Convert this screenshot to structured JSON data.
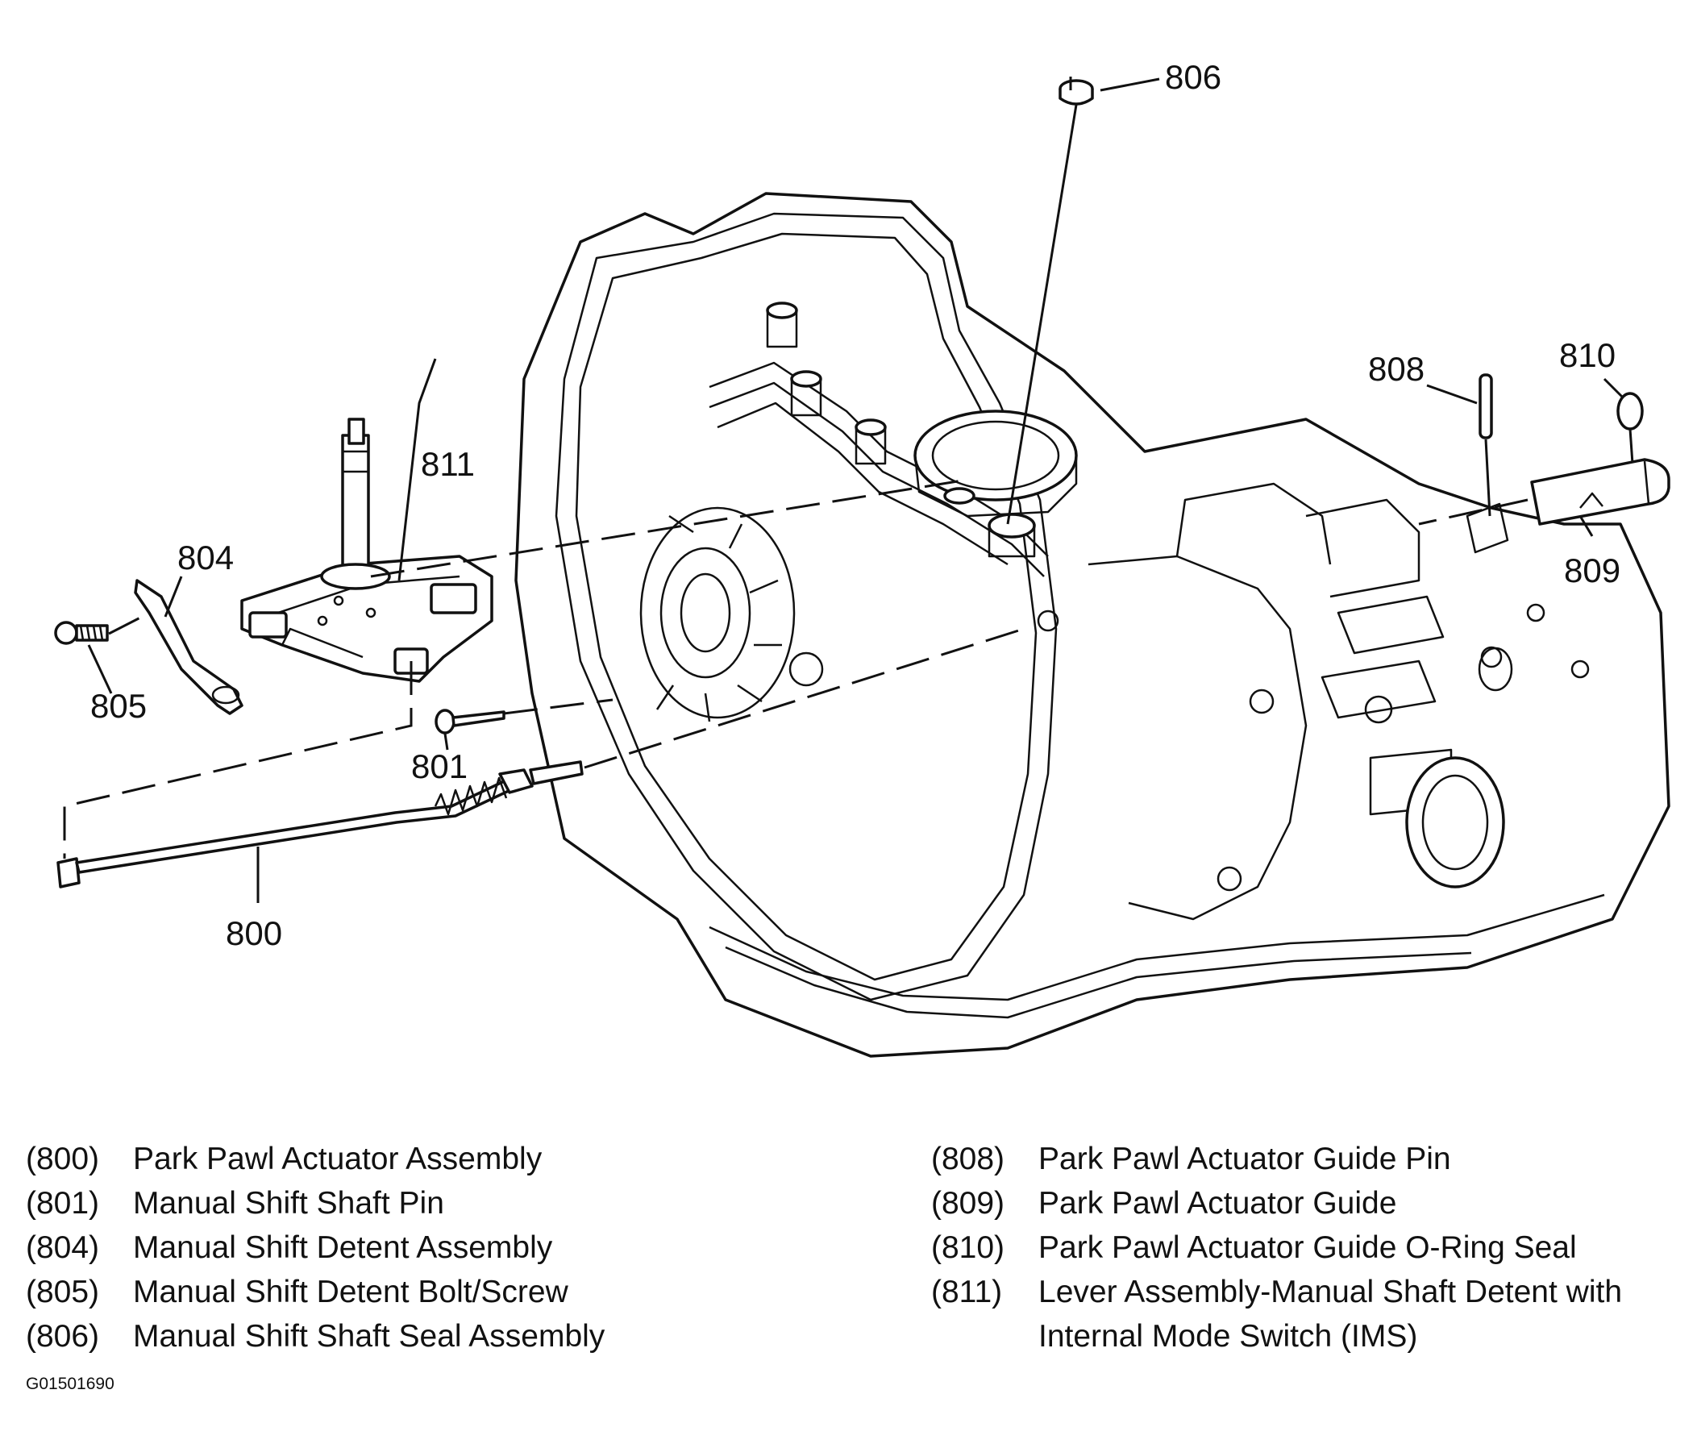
{
  "callouts": {
    "c800": "800",
    "c801": "801",
    "c804": "804",
    "c805": "805",
    "c806": "806",
    "c808": "808",
    "c809": "809",
    "c810": "810",
    "c811": "811"
  },
  "legend": {
    "left": [
      {
        "num": "(800)",
        "desc": "Park Pawl Actuator Assembly"
      },
      {
        "num": "(801)",
        "desc": "Manual Shift Shaft Pin"
      },
      {
        "num": "(804)",
        "desc": "Manual Shift Detent Assembly"
      },
      {
        "num": "(805)",
        "desc": "Manual Shift Detent Bolt/Screw"
      },
      {
        "num": "(806)",
        "desc": "Manual Shift Shaft Seal Assembly"
      }
    ],
    "right": [
      {
        "num": "(808)",
        "desc": "Park Pawl Actuator Guide Pin"
      },
      {
        "num": "(809)",
        "desc": "Park Pawl Actuator Guide"
      },
      {
        "num": "(810)",
        "desc": "Park Pawl Actuator Guide O-Ring Seal"
      },
      {
        "num": "(811)",
        "desc": "Lever Assembly-Manual Shaft Detent with Internal Mode Switch (IMS)"
      }
    ]
  },
  "figure_id": "G01501690"
}
